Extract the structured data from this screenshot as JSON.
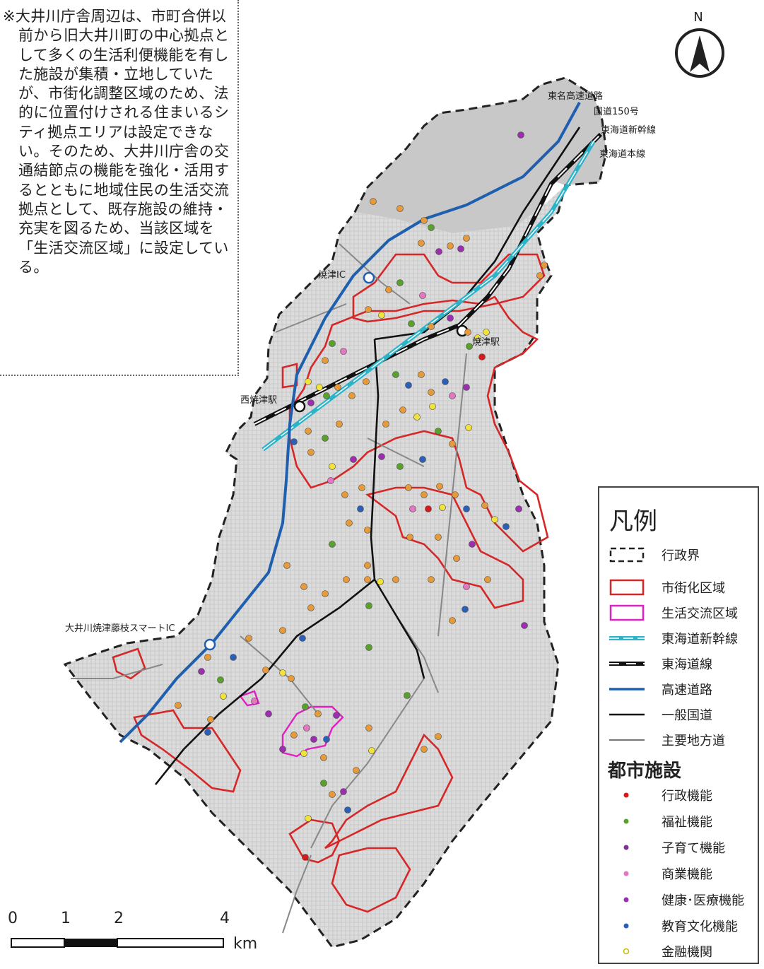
{
  "note": {
    "text": "※大井川庁舎周辺は、市町合併以前から旧大井川町の中心拠点として多くの生活利便機能を有した施設が集積・立地していたが、市街化調整区域のため、法的に位置付けされる住まいるシティ拠点エリアは設定できない。そのため、大井川庁舎の交通結節点の機能を強化・活用するとともに地域住民の生活交流拠点として、既存施設の維持・充実を図るため、当該区域を「生活交流区域」に設定している。"
  },
  "north_label": "N",
  "map_labels": {
    "tomei": "東名高速道路",
    "route150": "国道150号",
    "shinkansen": "東海道新幹線",
    "honsen": "東海道本線",
    "yaizu_ic": "焼津IC",
    "yaizu_station": "焼津駅",
    "nishi_yaizu_station": "西焼津駅",
    "smart_ic": "大井川焼津藤枝スマートIC"
  },
  "legend": {
    "title": "凡例",
    "items": [
      {
        "label": "行政界",
        "symbol": "dashed-boundary"
      },
      {
        "label": "市街化区域",
        "symbol": "red-box"
      },
      {
        "label": "生活交流区域",
        "symbol": "magenta-box"
      },
      {
        "label": "東海道新幹線",
        "symbol": "cyan-dash-line"
      },
      {
        "label": "東海道線",
        "symbol": "black-white-line"
      },
      {
        "label": "高速道路",
        "symbol": "blue-line"
      },
      {
        "label": "一般国道",
        "symbol": "black-line"
      },
      {
        "label": "主要地方道",
        "symbol": "gray-line"
      }
    ],
    "facility_title": "都市施設",
    "facilities": [
      {
        "label": "行政機能",
        "color": "#d7191c"
      },
      {
        "label": "福祉機能",
        "color": "#5aa02c"
      },
      {
        "label": "子育て機能",
        "color": "#7b3294"
      },
      {
        "label": "商業機能",
        "color": "#e377c2"
      },
      {
        "label": "健康･医療機能",
        "color": "#9b2fae"
      },
      {
        "label": "教育文化機能",
        "color": "#2c5fb8"
      },
      {
        "label": "金融機関",
        "color": "#f2e33a"
      }
    ]
  },
  "scale": {
    "ticks": [
      "0",
      "1",
      "2",
      "4"
    ],
    "unit": "km"
  },
  "colors": {
    "boundary": "#222222",
    "urbanization": "#d62728",
    "life_exchange": "#e020c0",
    "expressway": "#1f5fb0",
    "shinkansen": "#2bb3c9",
    "national_road": "#111111",
    "main_road": "#777777"
  }
}
